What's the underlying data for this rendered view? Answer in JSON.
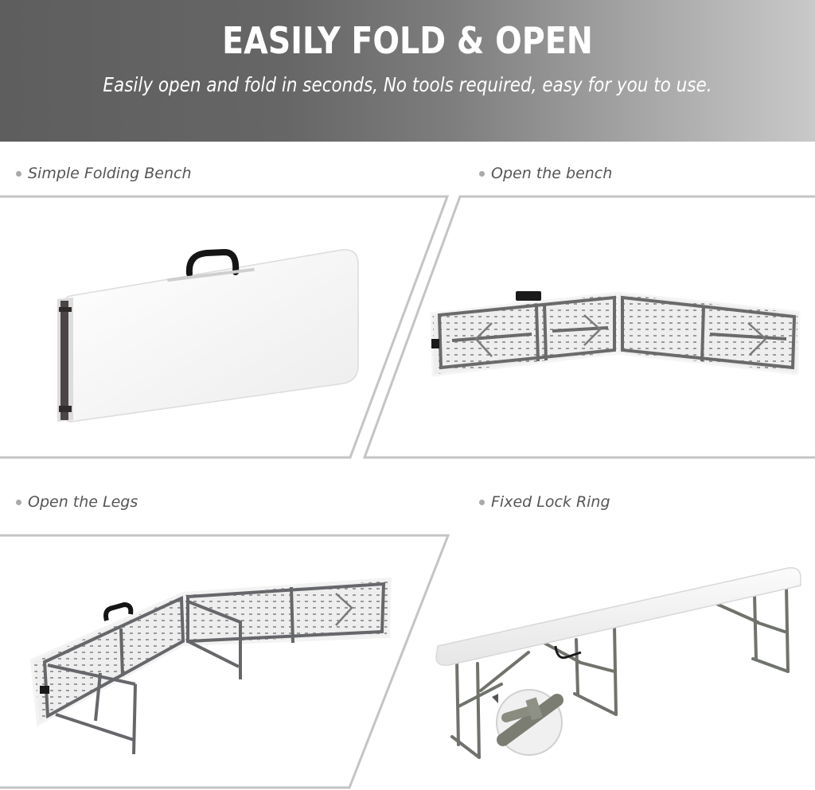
{
  "banner": {
    "title": "EASILY FOLD & OPEN",
    "subtitle": "Easily open and fold in seconds, No tools required, easy for you to use.",
    "gradient_start": "#5e5e5e",
    "gradient_end": "#c9c9c9"
  },
  "panels": [
    {
      "label": "Simple Folding Bench",
      "image": "folded-bench-with-handle"
    },
    {
      "label": "Open the bench",
      "image": "unfolded-bench-underside"
    },
    {
      "label": "Open the Legs",
      "image": "bench-legs-unfolding"
    },
    {
      "label": "Fixed Lock Ring",
      "image": "standing-bench-with-lock-ring-inset"
    }
  ],
  "colors": {
    "frame_line": "#c4c4c4",
    "label_text": "#555555",
    "bullet": "#a9a9a9",
    "frame_metal": "#6e706c",
    "bench_top": "#f6f6f6"
  }
}
